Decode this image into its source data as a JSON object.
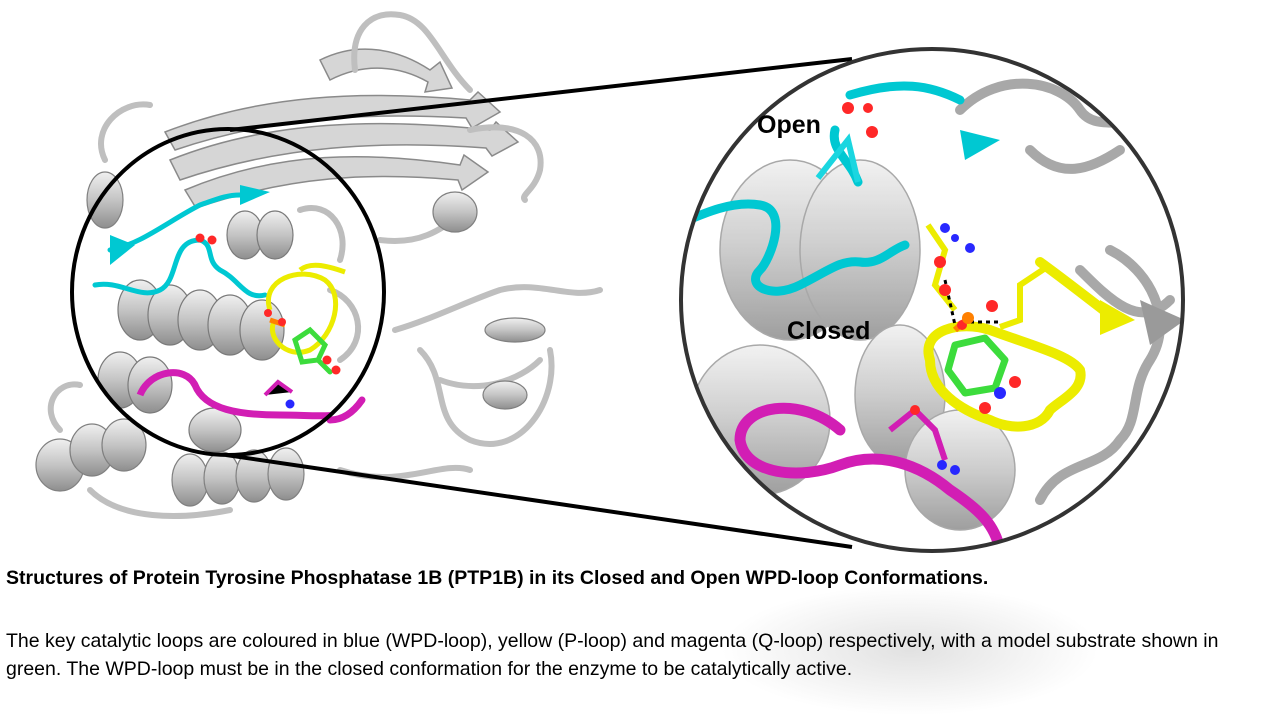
{
  "figure": {
    "labels": {
      "open": "Open",
      "closed": "Closed"
    },
    "colors": {
      "wpd_loop": "#00c8d2",
      "p_loop": "#ecec00",
      "q_loop": "#d21eb4",
      "substrate": "#3cdc3c",
      "protein": "#c8c8c8",
      "oxygen": "#ff2828",
      "nitrogen": "#2828ff",
      "phosphorus": "#ff8000"
    }
  },
  "caption": {
    "title": "Structures of Protein Tyrosine Phosphatase 1B (PTP1B) in its Closed and Open WPD-loop Conformations.",
    "body": "The key catalytic loops are coloured in blue (WPD-loop), yellow (P-loop) and magenta (Q-loop) respectively, with a model substrate shown in green. The WPD-loop must be in the closed conformation for the enzyme to be catalytically active."
  }
}
